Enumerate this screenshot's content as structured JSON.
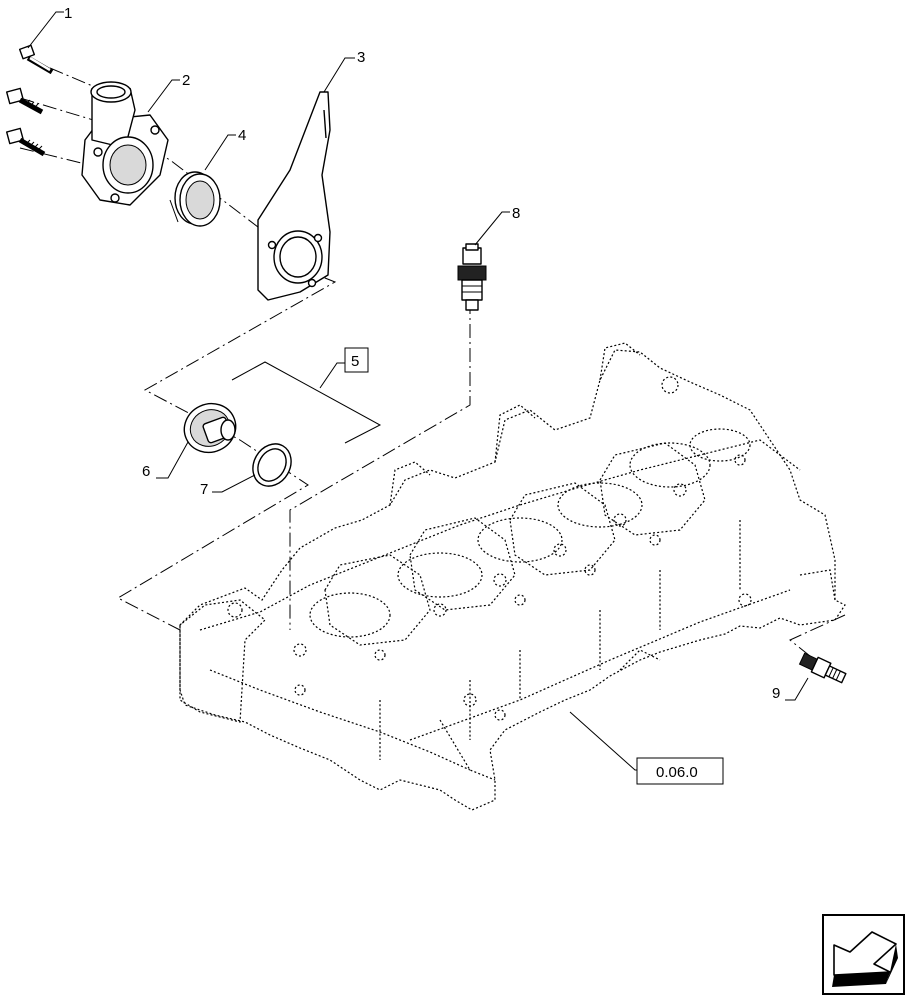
{
  "callouts": {
    "c1": "1",
    "c2": "2",
    "c3": "3",
    "c4": "4",
    "c5": "5",
    "c6": "6",
    "c7": "7",
    "c8": "8",
    "c9": "9"
  },
  "reference": {
    "label": "0.06.0"
  },
  "nav": {
    "icon": "back-arrow-icon"
  }
}
